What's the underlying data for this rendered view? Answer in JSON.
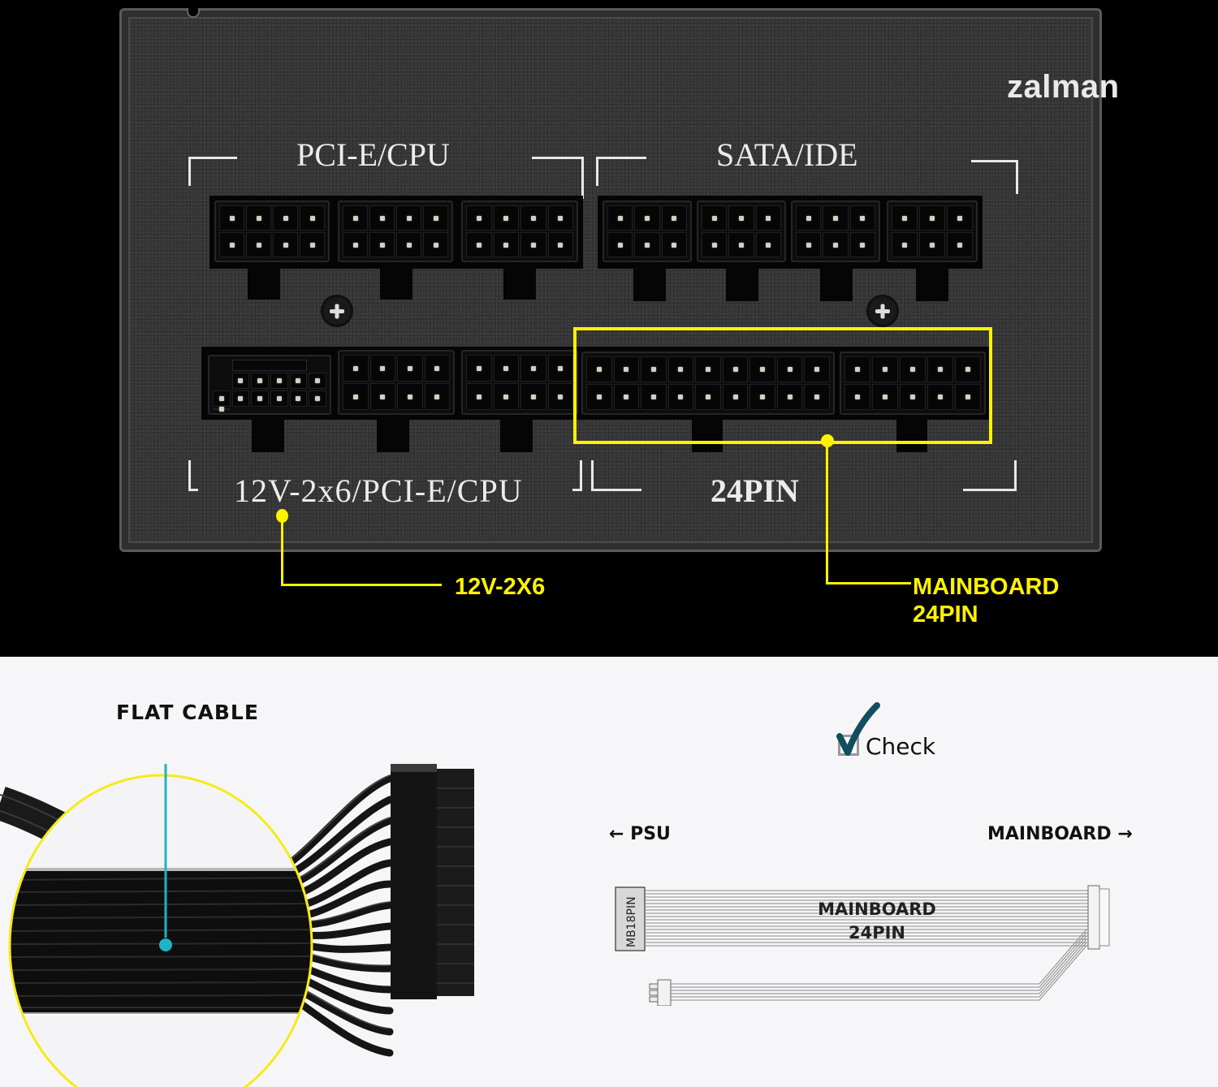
{
  "top": {
    "brand_logo": "zalman",
    "silkscreen": {
      "pcie_cpu_top": "PCI-E/CPU",
      "sata_ide": "SATA/IDE",
      "pcie_cpu_bottom": "12V-2x6/PCI-E/CPU",
      "pin24": "24PIN"
    },
    "callouts": {
      "left": "12V-2X6",
      "right_line1": "MAINBOARD",
      "right_line2": "24PIN"
    },
    "colors": {
      "highlight": "#fff200",
      "panel": "#363636"
    }
  },
  "bottom": {
    "flat_cable_title": "FLAT CABLE",
    "check_label": "Check",
    "psu_label": "← PSU",
    "mainboard_label": "MAINBOARD →",
    "diagram": {
      "connector_label": "MB18PIN",
      "cable_line1": "MAINBOARD",
      "cable_line2": "24PIN"
    },
    "colors": {
      "callout_teal": "#1fb3c8",
      "circle": "#f5eb1a",
      "check": "#124e5e"
    }
  }
}
